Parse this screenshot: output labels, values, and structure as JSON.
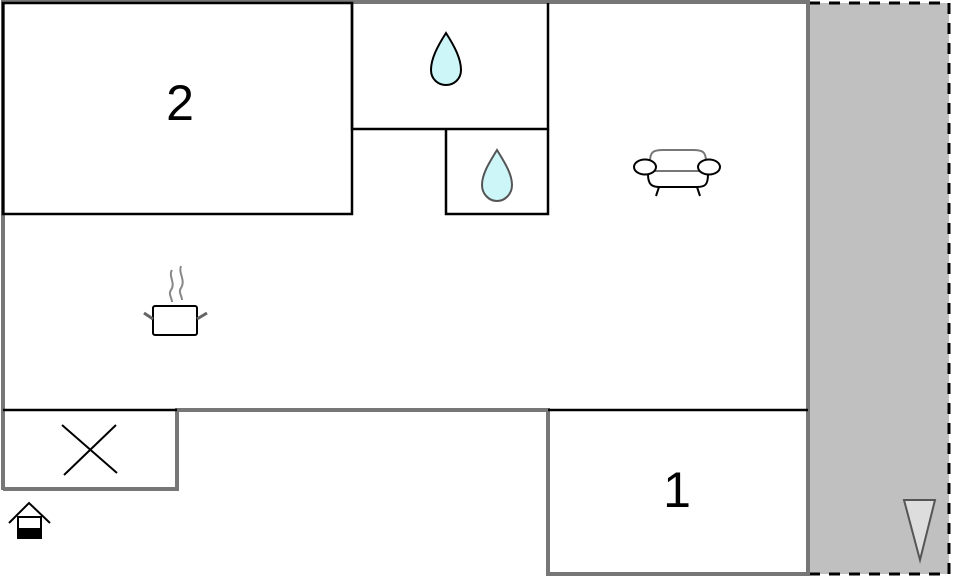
{
  "floorplan": {
    "colors": {
      "outer_wall": "#777777",
      "inner_wall": "#000000",
      "terrace_fill": "#c0c0c0",
      "water_fill": "#ccf6f8",
      "arrow_fill": "#dddddd"
    },
    "rooms": [
      {
        "id": "bedroom-2",
        "label": "2"
      },
      {
        "id": "bedroom-1",
        "label": "1"
      },
      {
        "id": "bathroom",
        "icon": "water-drop-icon"
      },
      {
        "id": "toilet",
        "icon": "water-drop-icon"
      },
      {
        "id": "living-room",
        "icon": "sofa-icon"
      },
      {
        "id": "kitchen",
        "icon": "cooking-pot-icon"
      },
      {
        "id": "storage",
        "icon": "cross-icon"
      },
      {
        "id": "terrace",
        "icon": "north-arrow-icon"
      }
    ],
    "entrance": {
      "icon": "entrance-house-icon"
    }
  }
}
